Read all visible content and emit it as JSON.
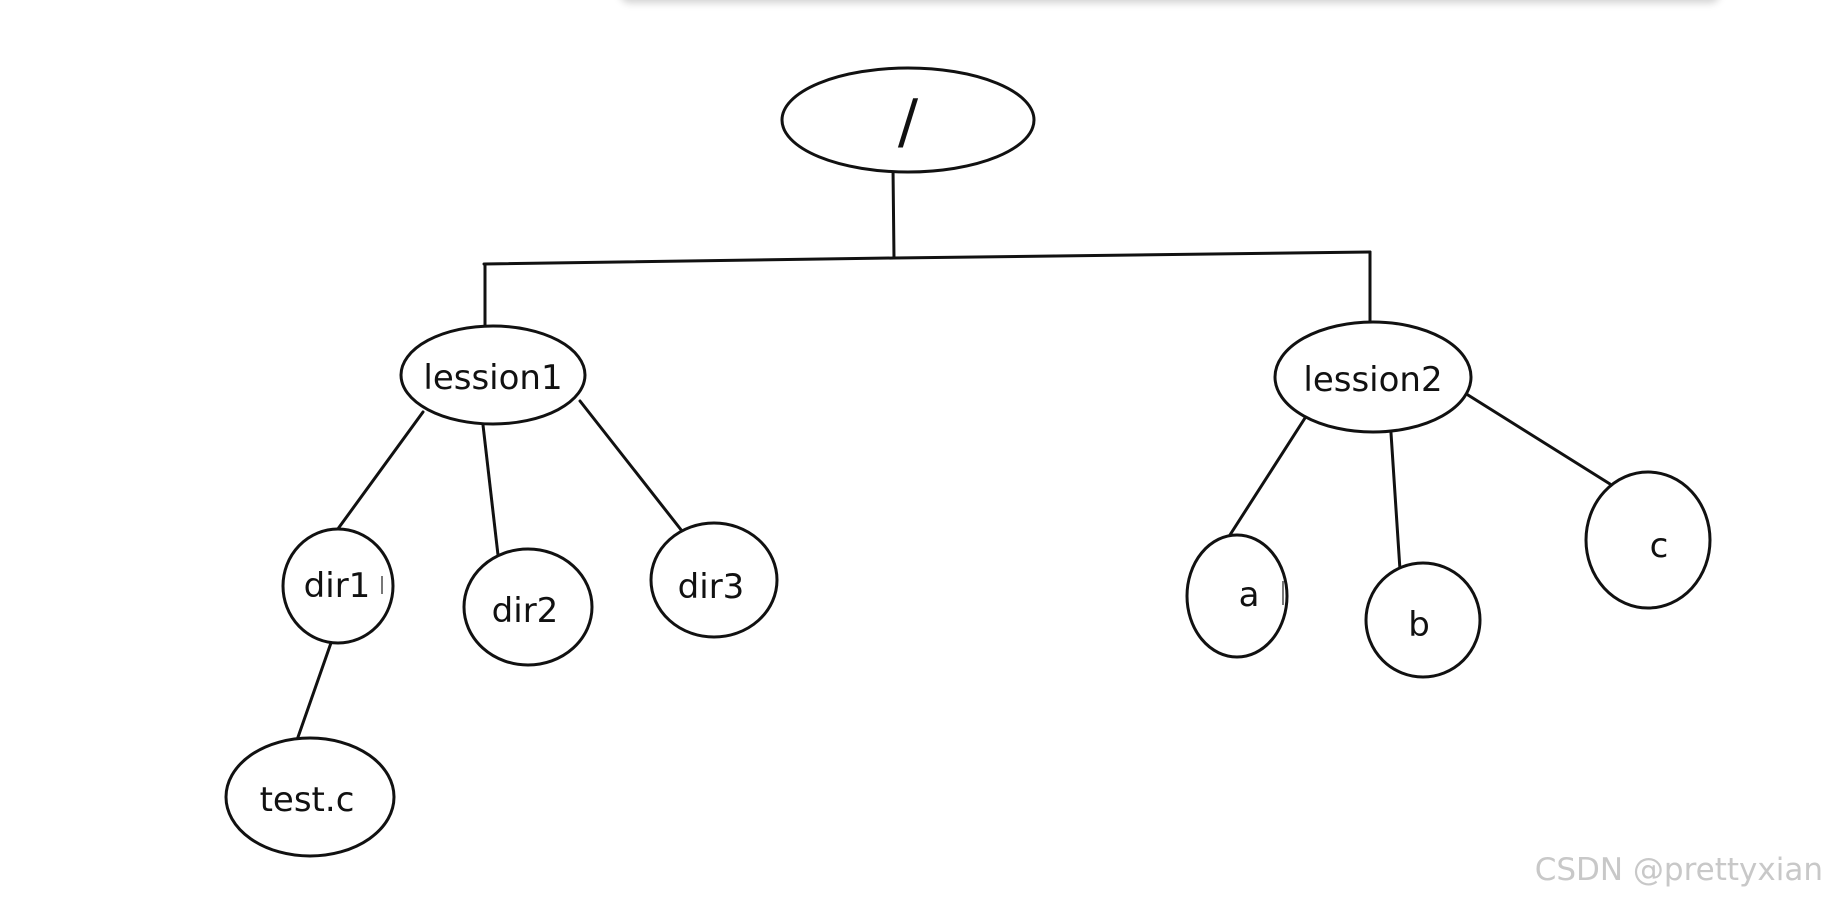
{
  "tree": {
    "root": {
      "label": "/"
    },
    "level1": [
      {
        "id": "lession1",
        "label": "lession1"
      },
      {
        "id": "lession2",
        "label": "lession2"
      }
    ],
    "level2": [
      {
        "id": "dir1",
        "label": "dir1",
        "parent": "lession1"
      },
      {
        "id": "dir2",
        "label": "dir2",
        "parent": "lession1"
      },
      {
        "id": "dir3",
        "label": "dir3",
        "parent": "lession1"
      },
      {
        "id": "a",
        "label": "a",
        "parent": "lession2"
      },
      {
        "id": "b",
        "label": "b",
        "parent": "lession2"
      },
      {
        "id": "c",
        "label": "c",
        "parent": "lession2"
      }
    ],
    "level3": [
      {
        "id": "test-c",
        "label": "test.c",
        "parent": "dir1"
      }
    ]
  },
  "watermark": "CSDN @prettyxian"
}
